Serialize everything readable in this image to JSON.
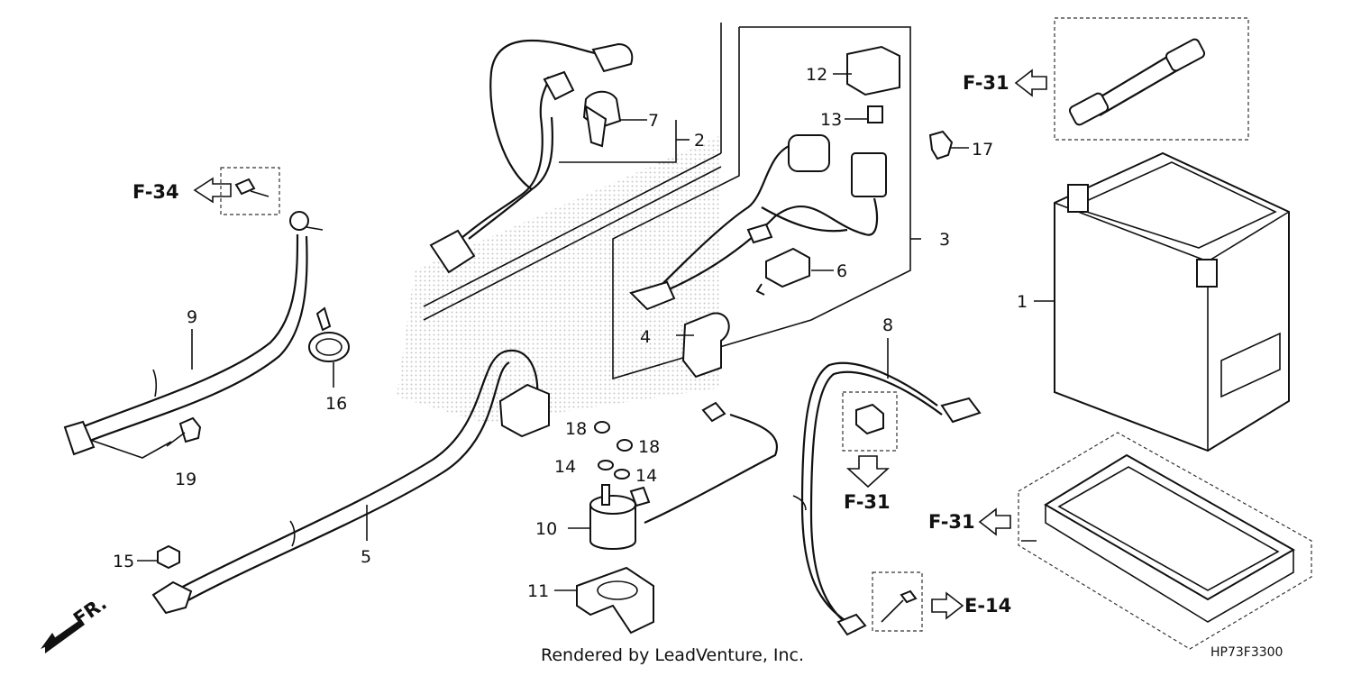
{
  "callouts": {
    "c1": "1",
    "c2": "2",
    "c3": "3",
    "c4": "4",
    "c5": "5",
    "c6": "6",
    "c7": "7",
    "c8": "8",
    "c9": "9",
    "c10": "10",
    "c11": "11",
    "c12": "12",
    "c13": "13",
    "c14a": "14",
    "c14b": "14",
    "c15": "15",
    "c16": "16",
    "c17": "17",
    "c18a": "18",
    "c18b": "18",
    "c19": "19"
  },
  "references": {
    "f34": "F-34",
    "f31_top": "F-31",
    "f31_mid": "F-31",
    "f31_right": "F-31",
    "e14": "E-14"
  },
  "direction": "FR.",
  "credit": "Rendered by LeadVenture, Inc.",
  "drawing_code": "HP73F3300"
}
